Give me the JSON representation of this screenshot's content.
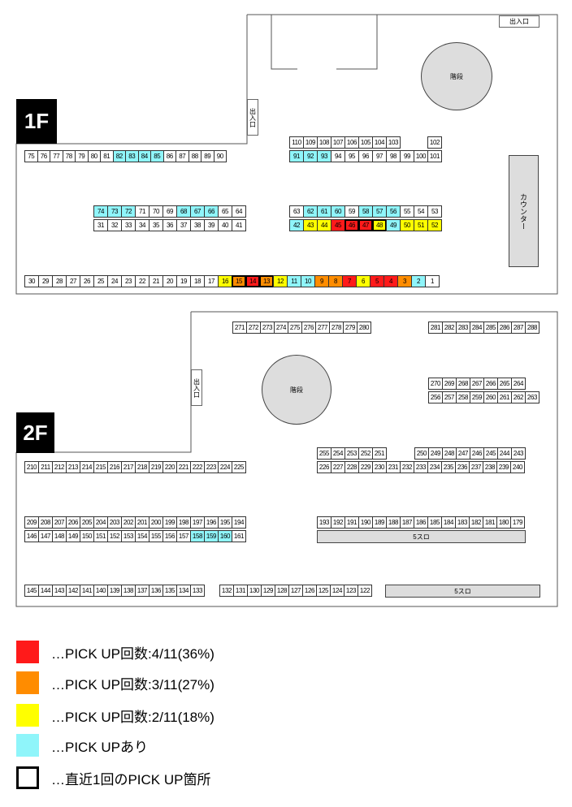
{
  "floor1": {
    "label": "1F",
    "entrance_top": "出入口",
    "entrance_side": "出入口",
    "stairs": "階段",
    "counter": "カウンター"
  },
  "floor2": {
    "label": "2F",
    "entrance_side": "出入口",
    "stairs": "階段",
    "slot5_a": "5スロ",
    "slot5_b": "5スロ"
  },
  "colors": {
    "red": "#ff1a1a",
    "orange": "#ff8c00",
    "yellow": "#ffff00",
    "cyan": "#8ff5fa",
    "latest_border": "#000000"
  },
  "machine_rows": [
    {
      "id": "f1-r75-90",
      "status": {
        "82": "cyan",
        "83": "cyan",
        "84": "cyan",
        "85": "cyan"
      },
      "numbers": [
        "75",
        "76",
        "77",
        "78",
        "79",
        "80",
        "81",
        "82",
        "83",
        "84",
        "85",
        "86",
        "87",
        "88",
        "89",
        "90"
      ]
    },
    {
      "id": "f1-r110-102",
      "status": {},
      "numbers": [
        "110",
        "109",
        "108",
        "107",
        "106",
        "105",
        "104",
        "103",
        "",
        "",
        "102"
      ]
    },
    {
      "id": "f1-r91-101",
      "status": {
        "91": "cyan",
        "92": "cyan",
        "93": "cyan"
      },
      "numbers": [
        "91",
        "92",
        "93",
        "94",
        "95",
        "96",
        "97",
        "98",
        "99",
        "100",
        "101"
      ]
    },
    {
      "id": "f1-r74-64",
      "status": {
        "74": "cyan",
        "73": "cyan",
        "72": "cyan",
        "68": "cyan",
        "67": "cyan",
        "66": "cyan"
      },
      "numbers": [
        "74",
        "73",
        "72",
        "71",
        "70",
        "69",
        "68",
        "67",
        "66",
        "65",
        "64"
      ]
    },
    {
      "id": "f1-r31-41",
      "status": {},
      "numbers": [
        "31",
        "32",
        "33",
        "34",
        "35",
        "36",
        "37",
        "38",
        "39",
        "40",
        "41"
      ]
    },
    {
      "id": "f1-r63-53",
      "status": {
        "62": "cyan",
        "61": "cyan",
        "60": "cyan",
        "58": "cyan",
        "57": "cyan",
        "56": "cyan"
      },
      "numbers": [
        "63",
        "62",
        "61",
        "60",
        "59",
        "58",
        "57",
        "56",
        "55",
        "54",
        "53"
      ]
    },
    {
      "id": "f1-r42-52",
      "status": {
        "42": "cyan",
        "43": "yellow",
        "44": "yellow",
        "45": "red",
        "46": "red",
        "47": "red",
        "48": "yellow",
        "49": "cyan",
        "50": "yellow",
        "51": "yellow",
        "52": "yellow"
      },
      "latest": [
        "46",
        "47",
        "48"
      ],
      "numbers": [
        "42",
        "43",
        "44",
        "45",
        "46",
        "47",
        "48",
        "49",
        "50",
        "51",
        "52"
      ]
    },
    {
      "id": "f1-r30-1",
      "status": {
        "16": "yellow",
        "15": "orange",
        "14": "red",
        "13": "orange",
        "12": "yellow",
        "11": "cyan",
        "10": "cyan",
        "9": "orange",
        "8": "orange",
        "7": "red",
        "6": "yellow",
        "5": "red",
        "4": "red",
        "3": "orange",
        "2": "cyan"
      },
      "latest": [
        "15",
        "14",
        "13"
      ],
      "numbers": [
        "30",
        "29",
        "28",
        "27",
        "26",
        "25",
        "24",
        "23",
        "22",
        "21",
        "20",
        "19",
        "18",
        "17",
        "16",
        "15",
        "14",
        "13",
        "12",
        "11",
        "10",
        "9",
        "8",
        "7",
        "6",
        "5",
        "4",
        "3",
        "2",
        "1"
      ]
    },
    {
      "id": "f2-r271-280",
      "status": {},
      "numbers": [
        "271",
        "272",
        "273",
        "274",
        "275",
        "276",
        "277",
        "278",
        "279",
        "280"
      ]
    },
    {
      "id": "f2-r281-288",
      "status": {},
      "numbers": [
        "281",
        "282",
        "283",
        "284",
        "285",
        "286",
        "287",
        "288"
      ]
    },
    {
      "id": "f2-r270-264",
      "status": {},
      "numbers": [
        "270",
        "269",
        "268",
        "267",
        "266",
        "265",
        "264"
      ]
    },
    {
      "id": "f2-r256-263",
      "status": {},
      "numbers": [
        "256",
        "257",
        "258",
        "259",
        "260",
        "261",
        "262",
        "263"
      ]
    },
    {
      "id": "f2-r255-251",
      "status": {},
      "numbers": [
        "255",
        "254",
        "253",
        "252",
        "251"
      ]
    },
    {
      "id": "f2-r250-243",
      "status": {},
      "numbers": [
        "250",
        "249",
        "248",
        "247",
        "246",
        "245",
        "244",
        "243"
      ]
    },
    {
      "id": "f2-r226-240",
      "status": {},
      "numbers": [
        "226",
        "227",
        "228",
        "229",
        "230",
        "231",
        "232",
        "233",
        "234",
        "235",
        "236",
        "237",
        "238",
        "239",
        "240"
      ]
    },
    {
      "id": "f2-r210-225",
      "status": {},
      "numbers": [
        "210",
        "211",
        "212",
        "213",
        "214",
        "215",
        "216",
        "217",
        "218",
        "219",
        "220",
        "221",
        "222",
        "223",
        "224",
        "225"
      ]
    },
    {
      "id": "f2-r209-194",
      "status": {},
      "numbers": [
        "209",
        "208",
        "207",
        "206",
        "205",
        "204",
        "203",
        "202",
        "201",
        "200",
        "199",
        "198",
        "197",
        "196",
        "195",
        "194"
      ]
    },
    {
      "id": "f2-r146-161",
      "status": {
        "158": "cyan",
        "159": "cyan",
        "160": "cyan"
      },
      "numbers": [
        "146",
        "147",
        "148",
        "149",
        "150",
        "151",
        "152",
        "153",
        "154",
        "155",
        "156",
        "157",
        "158",
        "159",
        "160",
        "161"
      ]
    },
    {
      "id": "f2-r193-179",
      "status": {},
      "numbers": [
        "193",
        "192",
        "191",
        "190",
        "189",
        "188",
        "187",
        "186",
        "185",
        "184",
        "183",
        "182",
        "181",
        "180",
        "179"
      ]
    },
    {
      "id": "f2-r145-133",
      "status": {},
      "numbers": [
        "145",
        "144",
        "143",
        "142",
        "141",
        "140",
        "139",
        "138",
        "137",
        "136",
        "135",
        "134",
        "133"
      ]
    },
    {
      "id": "f2-r132-122",
      "status": {},
      "numbers": [
        "132",
        "131",
        "130",
        "129",
        "128",
        "127",
        "126",
        "125",
        "124",
        "123",
        "122"
      ]
    }
  ],
  "legend": [
    {
      "swatch": "red",
      "text": "…PICK UP回数:4/11(36%)"
    },
    {
      "swatch": "orange",
      "text": "…PICK UP回数:3/11(27%)"
    },
    {
      "swatch": "yellow",
      "text": "…PICK UP回数:2/11(18%)"
    },
    {
      "swatch": "cyan",
      "text": "…PICK UPあり"
    },
    {
      "swatch": "outline",
      "text": "…直近1回のPICK UP箇所"
    }
  ]
}
